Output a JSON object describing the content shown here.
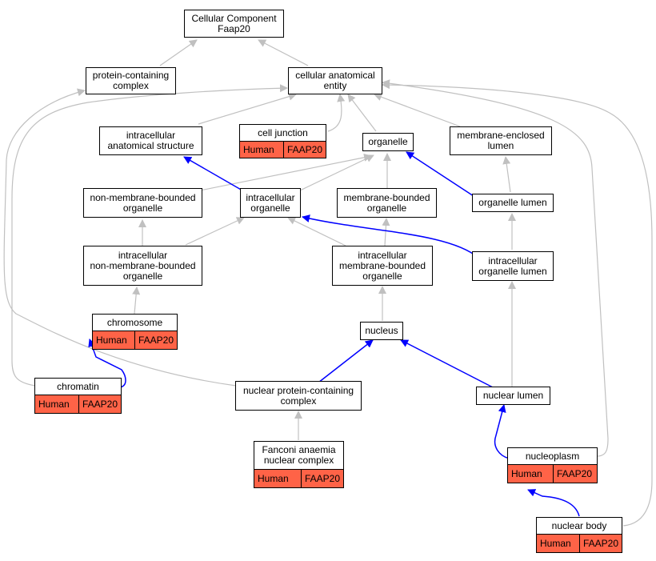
{
  "colors": {
    "edge_gray": "#c0c0c0",
    "edge_blue": "#0000ff",
    "annotation_fill": "#ff6347"
  },
  "nodes": {
    "root": "Cellular Component\nFaap20",
    "protein_complex": "protein-containing\ncomplex",
    "anatomical_entity": "cellular anatomical\nentity",
    "intracellular_structure": "intracellular\nanatomical structure",
    "cell_junction": "cell junction",
    "organelle": "organelle",
    "membrane_enclosed_lumen": "membrane-enclosed\nlumen",
    "non_membrane_organelle": "non-membrane-bounded\norganelle",
    "intracellular_organelle": "intracellular\norganelle",
    "membrane_bounded_organelle": "membrane-bounded\norganelle",
    "organelle_lumen": "organelle lumen",
    "intra_non_membrane_organelle": "intracellular\nnon-membrane-bounded\norganelle",
    "intra_membrane_organelle": "intracellular\nmembrane-bounded\norganelle",
    "intra_organelle_lumen": "intracellular\norganelle lumen",
    "chromosome": "chromosome",
    "nucleus": "nucleus",
    "chromatin": "chromatin",
    "nuclear_protein_complex": "nuclear protein-containing\ncomplex",
    "nuclear_lumen": "nuclear lumen",
    "fanconi_complex": "Fanconi anaemia\nnuclear complex",
    "nucleoplasm": "nucleoplasm",
    "nuclear_body": "nuclear body"
  },
  "annotation": {
    "species": "Human",
    "gene": "FAAP20"
  }
}
